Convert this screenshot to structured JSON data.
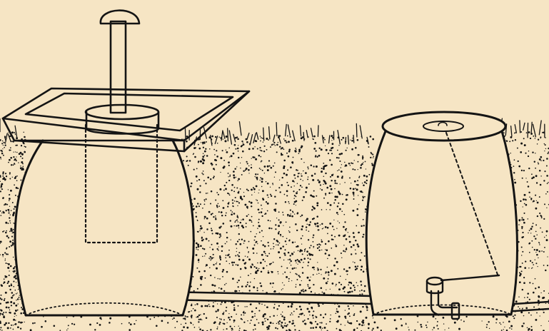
{
  "illustration": {
    "style": "black ink line drawing on cream paper",
    "background_color": "#f6e5c4",
    "ink_color": "#141414",
    "objects": [
      "left-underground-barrel",
      "square-tray-over-barrel",
      "vent-pipe-with-mushroom-cap",
      "pipe-collar",
      "inner-dashed-chamber",
      "connecting-pipe",
      "right-underground-barrel",
      "barrel-lid-opening",
      "float-chain-dashed",
      "float-valve",
      "outlet-pipe-elbow",
      "outlet-pipe",
      "soil-stipple",
      "grass-tufts"
    ]
  }
}
